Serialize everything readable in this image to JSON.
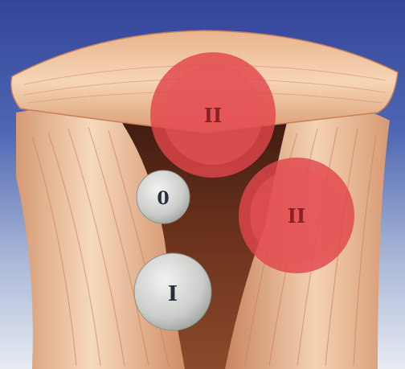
{
  "labels": {
    "type_0": "0",
    "type_1": "I",
    "type_2_upper": "II",
    "type_2_lower": "II"
  },
  "colors": {
    "background_top": "#3c4f9e",
    "background_bottom": "#dde3ef",
    "muscle_light": "#f2c9a4",
    "muscle_dark": "#c7835f",
    "cavity": "#5a2a17",
    "red_marker": "#e0454a",
    "gray_marker": "#cfd2cf",
    "label_red": "#8a1f24",
    "label_dark": "#2a2f3a"
  }
}
